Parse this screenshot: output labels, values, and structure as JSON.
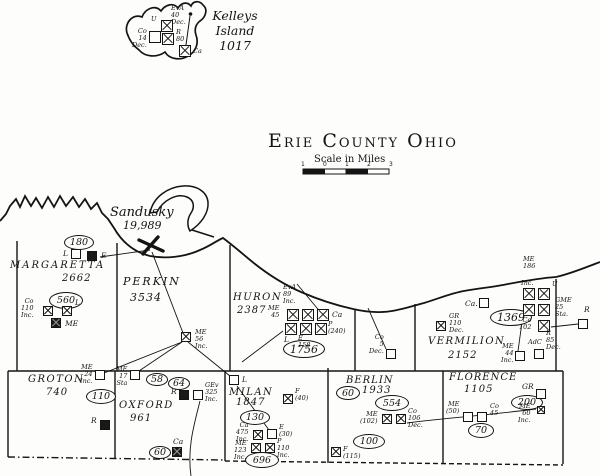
{
  "title": "Erie County Ohio",
  "scale": {
    "label": "Scale in Miles",
    "ticks": [
      "1",
      "0",
      "1",
      "2",
      "3"
    ]
  },
  "kelleys": {
    "name": "Kelleys\nIsland\n1017",
    "eva": "EvA\n40\nDec.",
    "u": "U",
    "co": "Co\n14\nDec.",
    "r": "R\n80",
    "ca": "Ca"
  },
  "sandusky": {
    "name": "Sandusky",
    "pop": "19,989"
  },
  "townships": {
    "margaretta": {
      "name": "MARGARETTA",
      "pop": "2662"
    },
    "perkin": {
      "name": "PERKIN",
      "pop": "3534"
    },
    "huron": {
      "name": "HURON",
      "pop": "2387"
    },
    "vermilion": {
      "name": "VERMILION",
      "pop": "2152"
    },
    "groton": {
      "name": "GROTON",
      "pop": "740"
    },
    "oxford": {
      "name": "OXFORD",
      "pop": "961"
    },
    "milan": {
      "name": "MILAN",
      "pop": "1847"
    },
    "berlin": {
      "name": "BERLIN",
      "pop": "1933"
    },
    "florence": {
      "name": "FLORENCE",
      "pop": "1105"
    }
  },
  "circles": {
    "c180": "180",
    "c560": "560",
    "c110": "110",
    "c58": "58",
    "c64": "64",
    "c60_oxford": "60",
    "c130": "130",
    "c696": "696",
    "c1756": "1756",
    "c60_berlin": "60",
    "c554": "554",
    "c100": "100",
    "c1369": "1369",
    "c200": "200",
    "c70": "70"
  },
  "church_labels": {
    "marg_l1": "L",
    "marg_e": "E",
    "marg_co": "Co\n110\nInc.",
    "marg_l2": "L",
    "marg_me": "ME",
    "shore_me56": "ME\n56\nInc.",
    "groton_me24": "ME\n24\nInc.",
    "groton_me17": "ME\n17\nSta",
    "groton_r": "R",
    "oxford_r": "R",
    "oxford_gev": "GEv\n325\nInc.",
    "oxford_ca": "Ca",
    "milan_l": "L",
    "milan_f": "F\n(40)",
    "milan_ca": "Ca\n475\nInc.",
    "milan_e": "E\n(30)",
    "milan_me": "ME\n123\nInc.",
    "milan_p": "P\n110\nInc.",
    "huron_eva": "EvA\n89\nInc.",
    "huron_me": "ME\n45",
    "huron_ca": "Ca",
    "huron_p": "P\n(240)",
    "huron_l": "L",
    "huron_e": "E\n158",
    "co5": "Co\n5\nDec.",
    "berlin_me": "ME\n(102)",
    "berlin_co": "Co\n106\nDec.",
    "berlin_f": "F\n(115)",
    "flor_gr": "GR",
    "flor_me50": "ME\n(50)",
    "flor_co45": "Co\n45",
    "flor_me60": "ME\n60\nInc.",
    "verm_me186": "ME\n186",
    "verm_gr": "GR\n110\nDec.",
    "verm_ca": "Ca.",
    "verm_inc": "Inc.",
    "verm_u": "U",
    "verm_gme": "GME\n25\nSta.",
    "verm_co102": "Co\n102",
    "verm_r85": "R\n85\nDec.",
    "verm_r_out": "R",
    "verm_me44": "ME\n44\nInc.",
    "verm_adc": "AdC"
  }
}
